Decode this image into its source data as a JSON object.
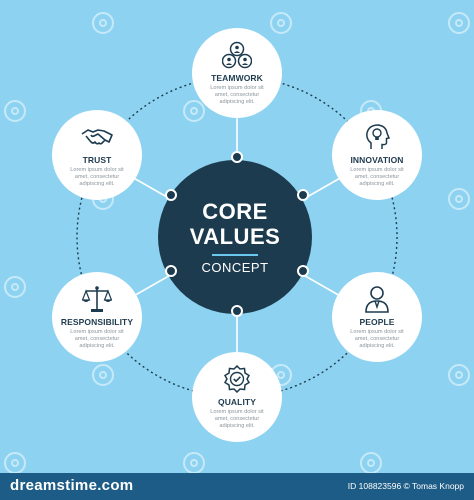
{
  "center": {
    "line1": "CORE",
    "line2": "VALUES",
    "line3": "CONCEPT"
  },
  "nodes": [
    {
      "id": "teamwork",
      "title": "TEAMWORK",
      "icon": "team-icon",
      "desc": "Lorem ipsum dolor sit amet, consectetur adipiscing elit."
    },
    {
      "id": "innovation",
      "title": "INNOVATION",
      "icon": "head-bulb-icon",
      "desc": "Lorem ipsum dolor sit amet, consectetur adipiscing elit."
    },
    {
      "id": "people",
      "title": "PEOPLE",
      "icon": "person-icon",
      "desc": "Lorem ipsum dolor sit amet, consectetur adipiscing elit."
    },
    {
      "id": "quality",
      "title": "QUALITY",
      "icon": "quality-badge-icon",
      "desc": "Lorem ipsum dolor sit amet, consectetur adipiscing elit."
    },
    {
      "id": "responsibility",
      "title": "RESPONSIBILITY",
      "icon": "scales-icon",
      "desc": "Lorem ipsum dolor sit amet, consectetur adipiscing elit."
    },
    {
      "id": "trust",
      "title": "TRUST",
      "icon": "handshake-icon",
      "desc": "Lorem ipsum dolor sit amet, consectetur adipiscing elit."
    }
  ],
  "footer": {
    "brand": "dreamstime.com",
    "credit": "ID 108823596 © Tomas Knopp"
  },
  "colors": {
    "background": "#8dd3f1",
    "center": "#1d3b4e",
    "footer": "#1d5c86",
    "node": "#ffffff"
  }
}
